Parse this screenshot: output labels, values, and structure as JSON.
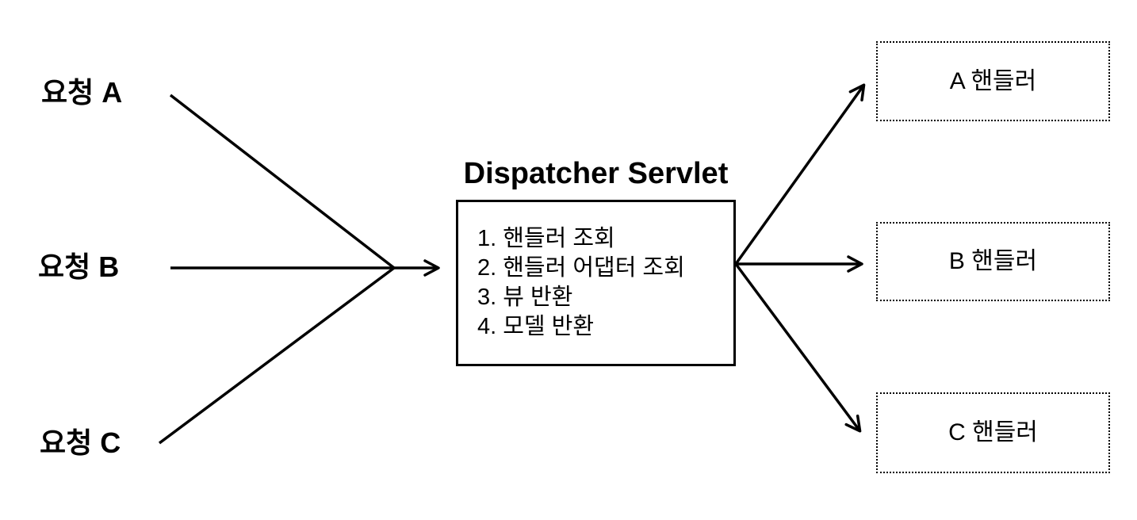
{
  "diagram": {
    "background_color": "#ffffff",
    "line_color": "#000000"
  },
  "requests": [
    {
      "label": "요청 A"
    },
    {
      "label": "요청 B"
    },
    {
      "label": "요청 C"
    }
  ],
  "dispatcher": {
    "title": "Dispatcher Servlet",
    "steps": [
      "1. 핸들러 조회",
      "2. 핸들러 어댑터 조회",
      "3. 뷰 반환",
      "4. 모델 반환"
    ]
  },
  "handlers": [
    {
      "label": "A 핸들러"
    },
    {
      "label": "B 핸들러"
    },
    {
      "label": "C 핸들러"
    }
  ]
}
